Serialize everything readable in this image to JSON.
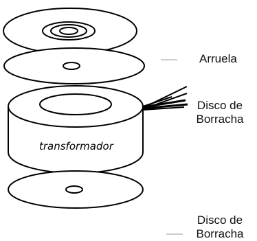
{
  "labels": {
    "washer": "Arruela",
    "rubber_disc_top_line1": "Disco de",
    "rubber_disc_top_line2": "Borracha",
    "rubber_disc_bottom_line1": "Disco de",
    "rubber_disc_bottom_line2": "Borracha"
  },
  "core": {
    "label": "transformador"
  },
  "colors": {
    "stroke": "#000000",
    "background": "#ffffff",
    "leader": "#999999"
  }
}
